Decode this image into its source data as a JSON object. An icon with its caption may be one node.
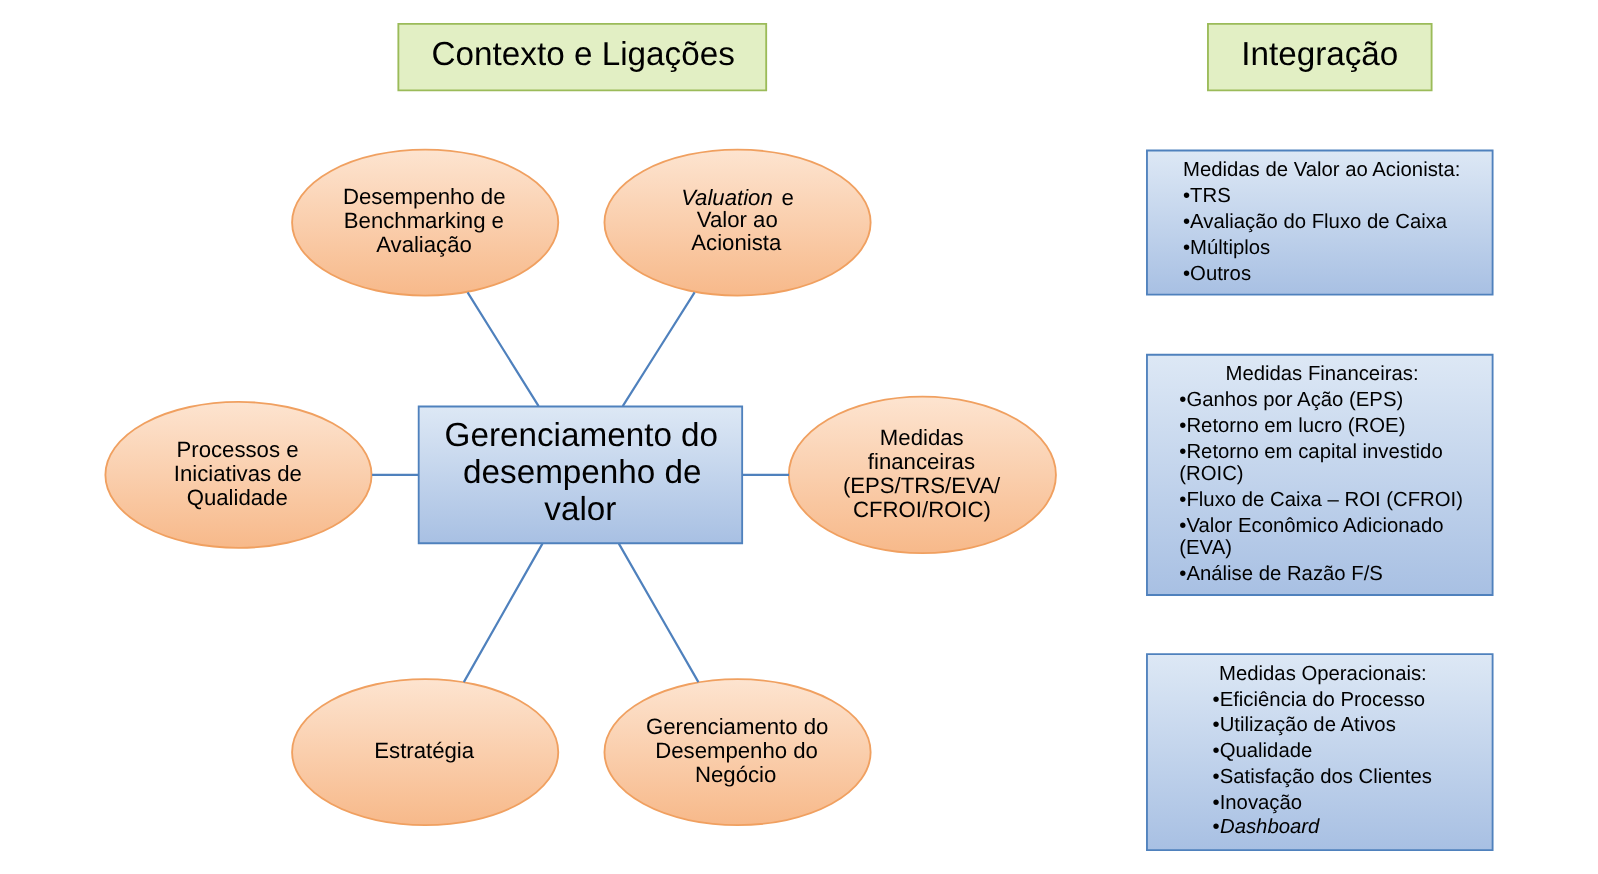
{
  "diagram": {
    "nodes": [
      {
        "text": [
          "Contexto e Ligações"
        ]
      },
      {
        "text": [
          "Integração"
        ]
      },
      {
        "text": [
          "Desempenho de Benchmarking e Avaliação"
        ]
      },
      {
        "text": [
          "*Valuation* e Valor ao Acionista"
        ]
      },
      {
        "text": [
          "Processos e Iniciativas de Qualidade"
        ]
      },
      {
        "text": [
          "Gerenciamento do desempenho de valor"
        ]
      },
      {
        "text": [
          "Medidas financeiras (EPS/TRS/EVA/ CFROI/ROIC)"
        ]
      },
      {
        "text": [
          "Estratégia"
        ]
      },
      {
        "text": [
          "Gerenciamento do Desempenho do Negócio"
        ]
      },
      {
        "text": [
          "Medidas de Valor ao Acionista:",
          "•TRS",
          "•Avaliação do Fluxo de Caixa",
          "•Múltiplos",
          "•Outros"
        ]
      },
      {
        "text": [
          "Medidas Financeiras:",
          "•Ganhos por Ação (EPS)",
          "•Retorno em lucro (ROE)",
          "•Retorno em capital investido (ROIC)",
          "•Fluxo de Caixa – ROI (CFROI)",
          "•Valor Econômico Adicionado (EVA)",
          "•Análise de Razão F/S"
        ]
      },
      {
        "text": [
          "Medidas Operacionais:",
          "•Eficiência do Processo",
          "•Utilização de Ativos",
          "•Qualidade",
          "•Satisfação dos Clientes",
          "•Inovação",
          "•*Dashboard*"
        ]
      }
    ],
    "edges": [
      {
        "from": 2,
        "to": 5,
        "arrow": "none"
      },
      {
        "from": 3,
        "to": 5,
        "arrow": "none"
      },
      {
        "from": 4,
        "to": 5,
        "arrow": "none"
      },
      {
        "from": 5,
        "to": 6,
        "arrow": "none"
      },
      {
        "from": 5,
        "to": 7,
        "arrow": "none"
      },
      {
        "from": 5,
        "to": 8,
        "arrow": "none"
      }
    ]
  }
}
